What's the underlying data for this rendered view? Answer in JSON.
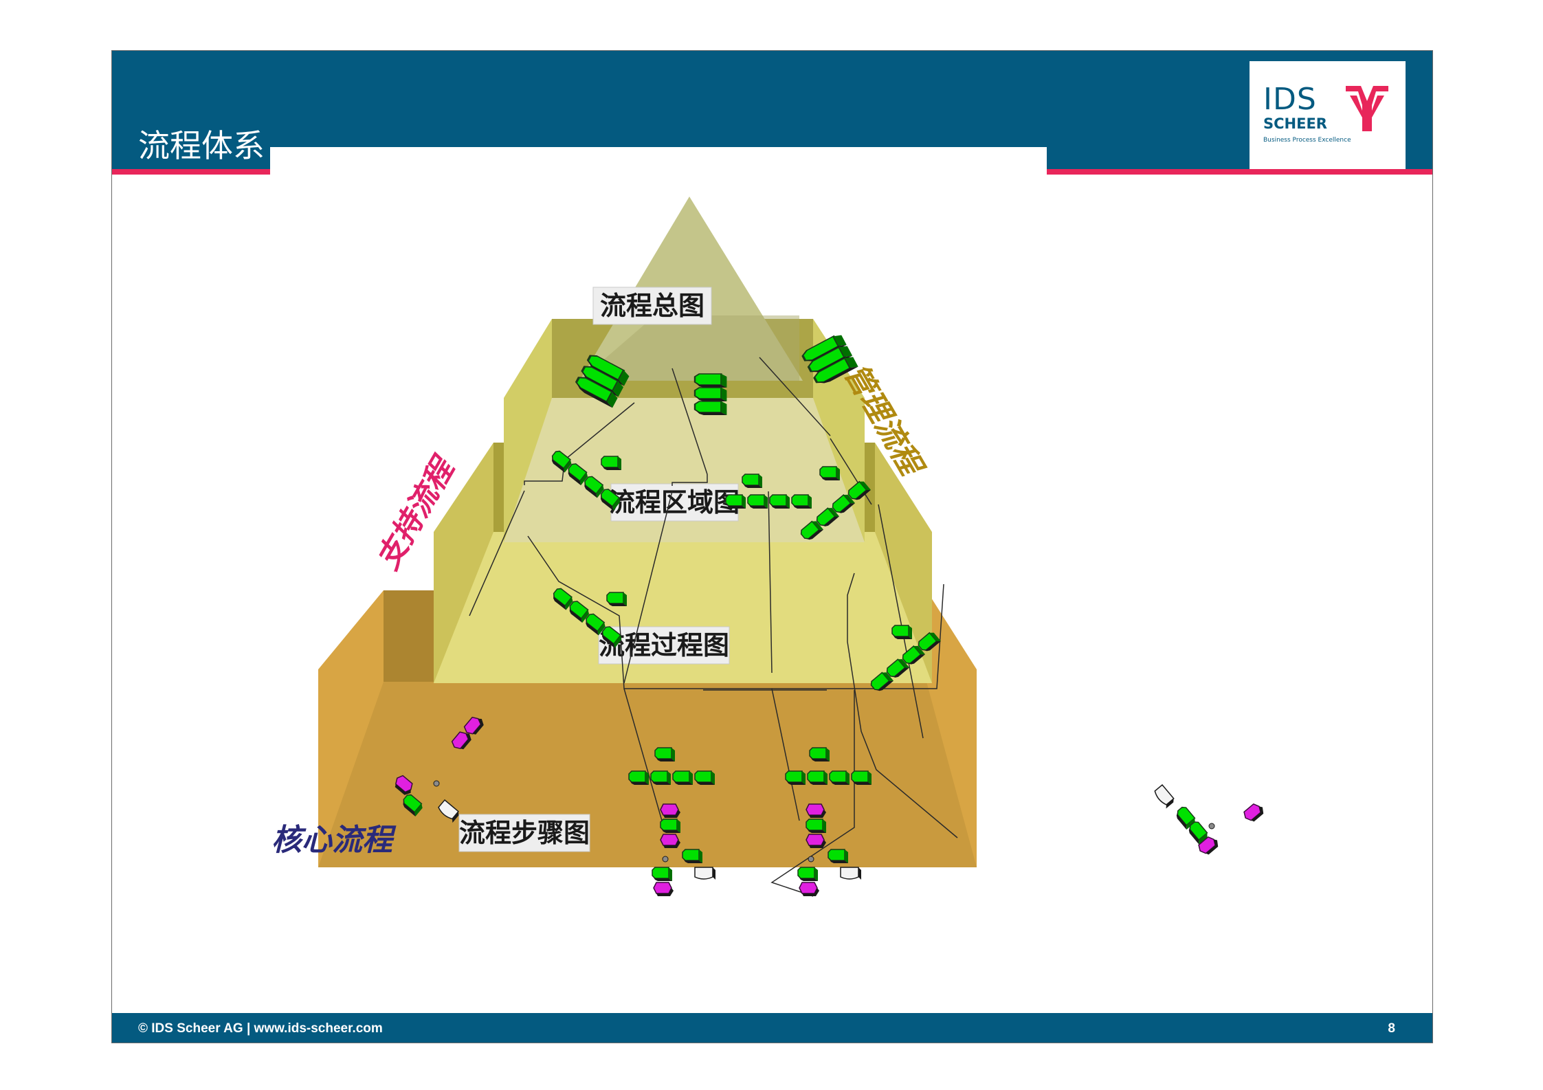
{
  "slide": {
    "title": "流程体系",
    "page_number": "8",
    "footer": "© IDS Scheer AG | www.ids-scheer.com"
  },
  "logo": {
    "line1": "IDS",
    "line2": "SCHEER",
    "tagline": "Business Process Excellence",
    "emblem_icon": "ids-scheer-y-emblem",
    "colors": {
      "text": "#045a80",
      "emblem": "#e8265a"
    }
  },
  "diagram": {
    "levels": [
      {
        "label": "流程总图"
      },
      {
        "label": "流程区域图"
      },
      {
        "label": "流程过程图"
      },
      {
        "label": "流程步骤图"
      }
    ],
    "side_labels": {
      "support": "支持流程",
      "management": "管理流程",
      "core": "核心流程"
    },
    "colors": {
      "header": "#045a80",
      "accent_rule": "#e8265a",
      "function_box": "#00e000",
      "event_box": "#e020e0",
      "support_label": "#e0206a",
      "management_label": "#b08a10",
      "core_label": "#2a2a7a"
    }
  }
}
